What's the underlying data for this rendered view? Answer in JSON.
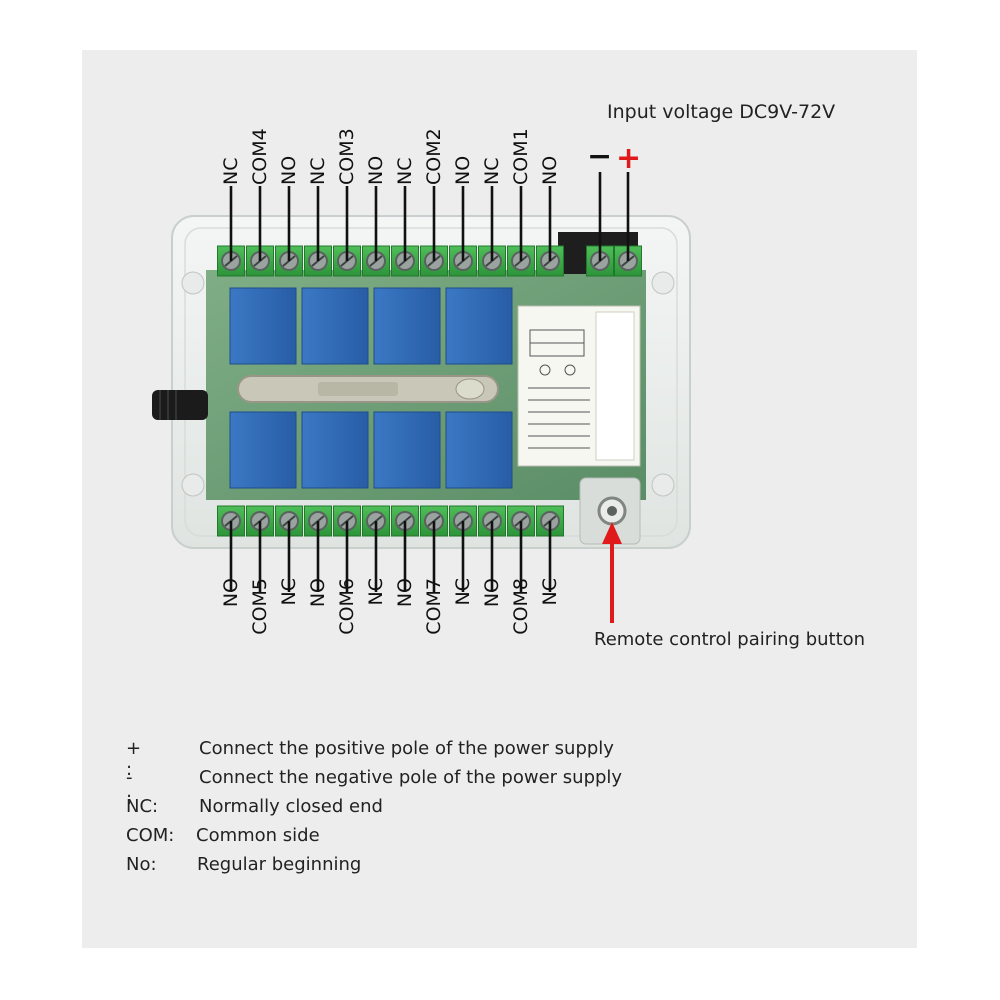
{
  "diagram": {
    "input_voltage": "Input voltage DC9V-72V",
    "minus_sign": "−",
    "plus_sign": "+",
    "pairing_button": "Remote control pairing button",
    "top_terminals": [
      "NC",
      "COM4",
      "NO",
      "NC",
      "COM3",
      "NO",
      "NC",
      "COM2",
      "NO",
      "NC",
      "COM1",
      "NO"
    ],
    "bottom_terminals": [
      "NO",
      "COM5",
      "NC",
      "NO",
      "COM6",
      "NC",
      "NO",
      "COM7",
      "NC",
      "NO",
      "COM8",
      "NC"
    ],
    "colors": {
      "terminal_green": "#38a845",
      "relay_blue": "#2f6ab8",
      "board_green": "#6f9e78",
      "arrow_red": "#e01a1a",
      "lead_black": "#111111",
      "panel_bg": "#ededed"
    }
  },
  "legend": [
    {
      "key": "+ :",
      "desc": "Connect the positive pole of the power supply"
    },
    {
      "key": "- :",
      "desc": "Connect the negative pole of the power supply"
    },
    {
      "key": "NC:",
      "desc": "Normally closed end"
    },
    {
      "key": "COM:",
      "desc": "Common side"
    },
    {
      "key": "No:",
      "desc": "Regular beginning"
    }
  ]
}
